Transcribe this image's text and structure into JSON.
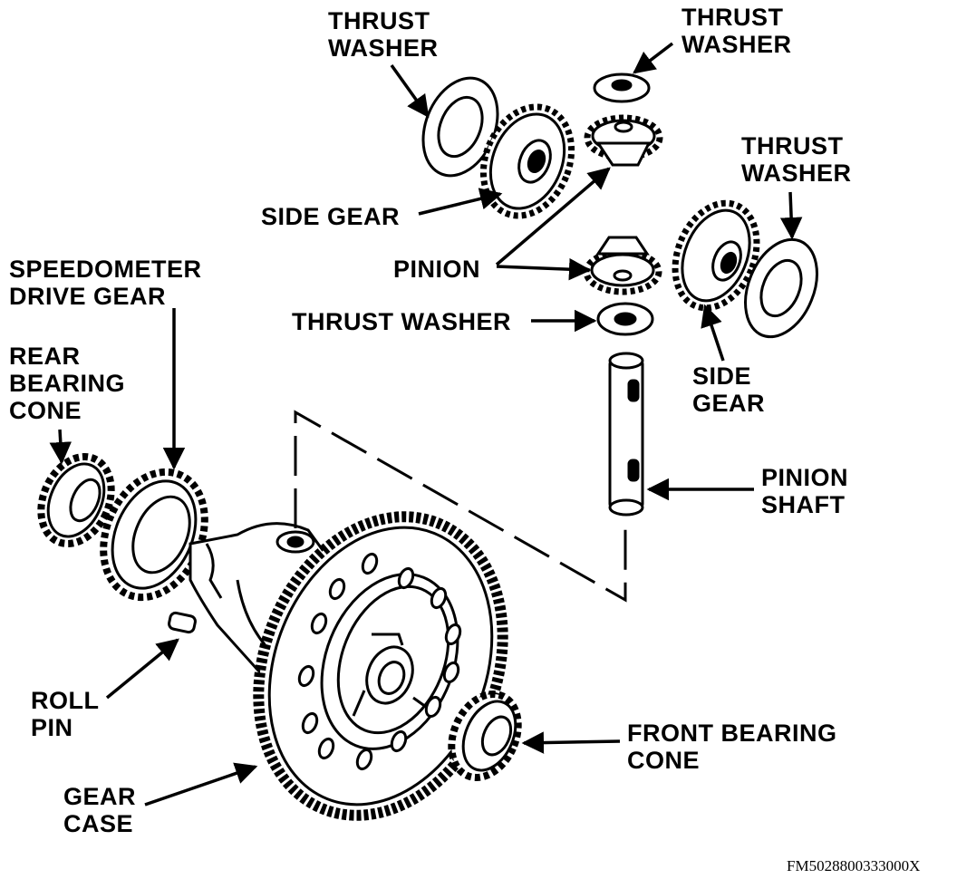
{
  "labels": {
    "thrust_washer_top_left": [
      "THRUST",
      "WASHER"
    ],
    "thrust_washer_top_right": [
      "THRUST",
      "WASHER"
    ],
    "thrust_washer_right": [
      "THRUST",
      "WASHER"
    ],
    "side_gear_left": "SIDE GEAR",
    "pinion": "PINION",
    "thrust_washer_lower": "THRUST WASHER",
    "side_gear_right": [
      "SIDE",
      "GEAR"
    ],
    "speedometer_drive_gear": [
      "SPEEDOMETER",
      "DRIVE GEAR"
    ],
    "rear_bearing_cone": [
      "REAR",
      "BEARING",
      "CONE"
    ],
    "pinion_shaft": [
      "PINION",
      "SHAFT"
    ],
    "roll_pin": [
      "ROLL",
      "PIN"
    ],
    "front_bearing_cone": [
      "FRONT BEARING",
      "CONE"
    ],
    "gear_case": [
      "GEAR",
      "CASE"
    ]
  },
  "figure_id": "FM5028800333000X",
  "colors": {
    "ink": "#000000",
    "paper": "#ffffff"
  }
}
